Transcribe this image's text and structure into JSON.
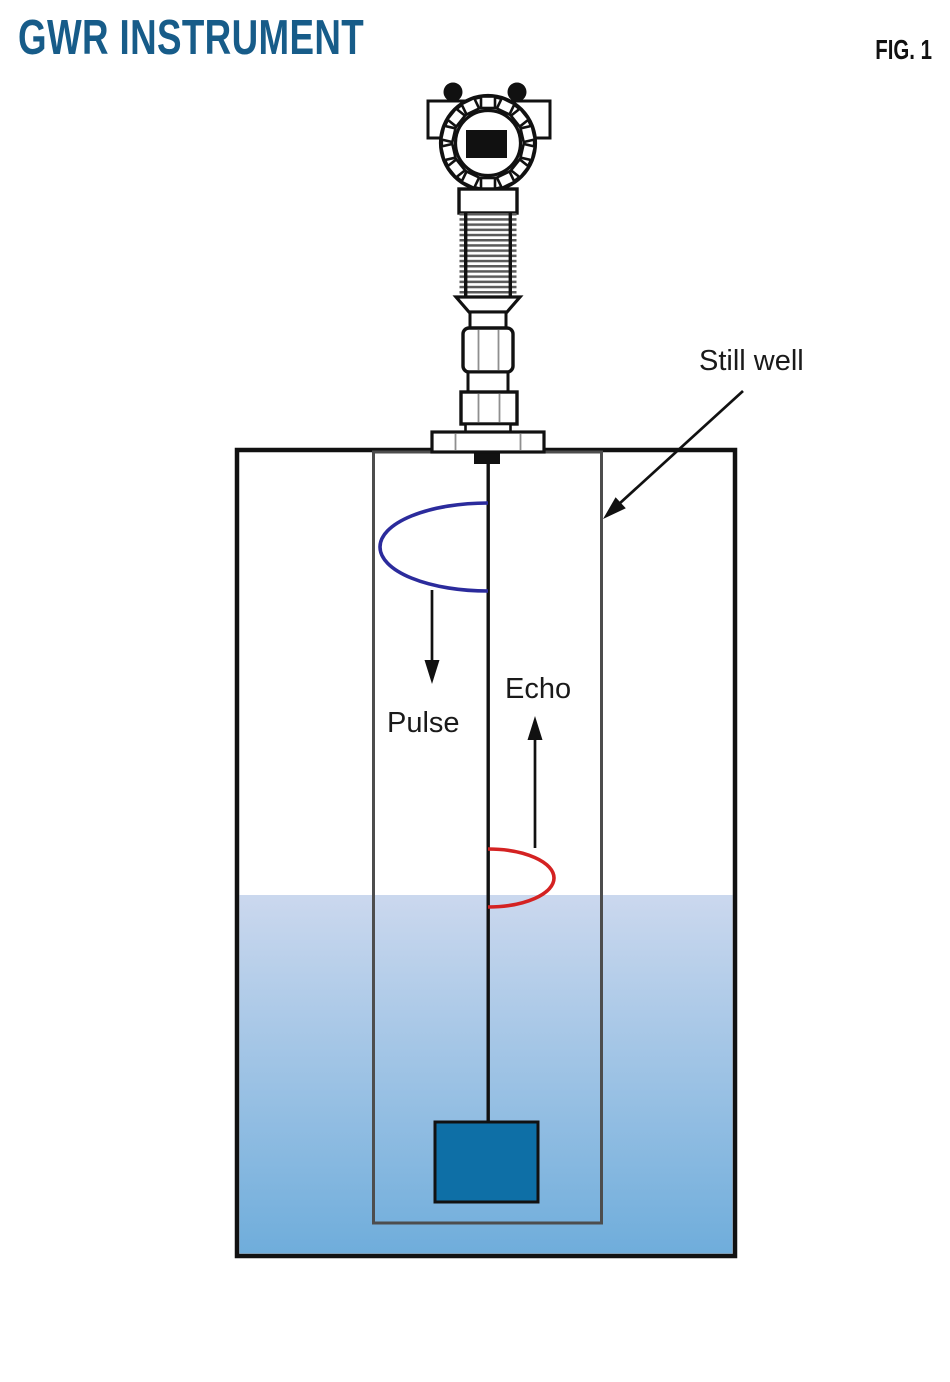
{
  "title": "GWR INSTRUMENT",
  "figure_label": "FIG. 1",
  "diagram": {
    "labels": {
      "still_well": "Still well",
      "pulse": "Pulse",
      "echo": "Echo"
    },
    "colors": {
      "title": "#175C89",
      "outline": "#111111",
      "still_well_stroke": "#4D4D4D",
      "pulse_wave": "#2B2B9C",
      "echo_wave": "#D42222",
      "liquid_top": "#CBD8EE",
      "liquid_bottom": "#6FADDB",
      "weight_fill": "#0E6FA6"
    }
  }
}
